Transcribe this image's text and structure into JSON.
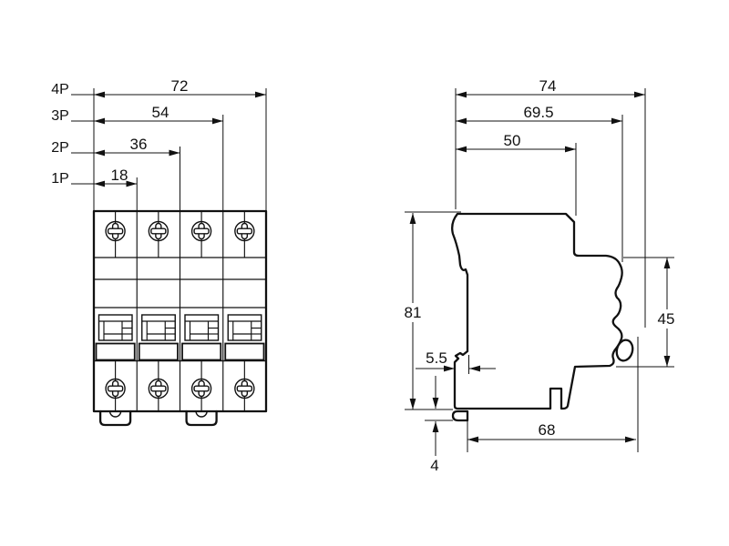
{
  "drawing": {
    "type": "technical-dimension-drawing",
    "subject": "modular circuit breaker outline, front and side views",
    "units_shown": "mm",
    "line_color": "#111111",
    "background": "#ffffff"
  },
  "front_view": {
    "rows": [
      {
        "pole": "4P",
        "width": "72"
      },
      {
        "pole": "3P",
        "width": "54"
      },
      {
        "pole": "2P",
        "width": "36"
      },
      {
        "pole": "1P",
        "width": "18"
      }
    ]
  },
  "side_view": {
    "overall_depth": "74",
    "depth_to_front": "69.5",
    "upper_depth": "50",
    "height": "81",
    "clip_offset": "5.5",
    "base_depth": "68",
    "foot_height": "4",
    "front_face_height": "45"
  }
}
